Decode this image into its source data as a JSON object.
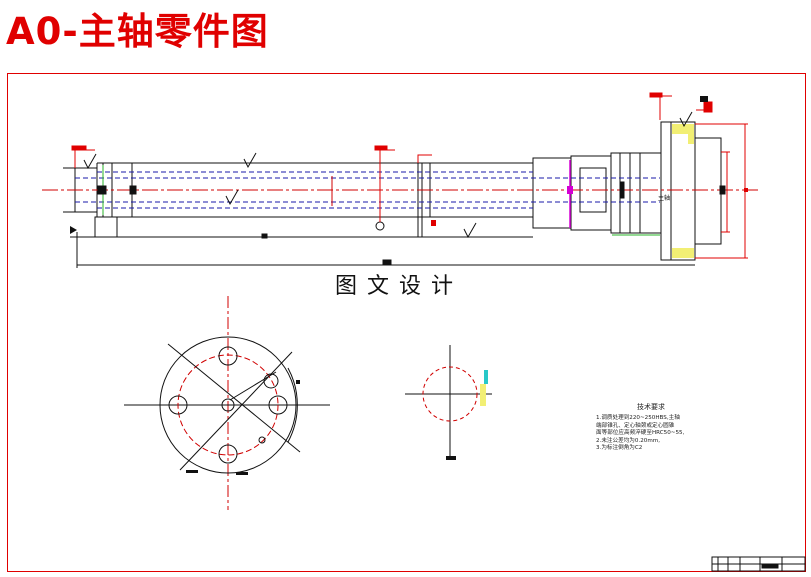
{
  "page": {
    "title": "A0-主轴零件图",
    "watermark": "图文设计"
  },
  "technical_requirements": {
    "heading": "技术要求",
    "lines": [
      "1.调质处理到220~250HBS,主轴",
      "端部锥孔、定心轴颈或定心圆锥",
      "面等部位应高频淬硬至HRC50~55,",
      "2.未注公差均为0.20mm,",
      "3.为标注倒角为C2"
    ]
  },
  "annotations": {
    "spindle_tag": "主轴"
  },
  "colors": {
    "title_red": "#e00000",
    "border_red": "#e00000",
    "dim_red": "#e00000",
    "centerline_red": "#d00000",
    "hidden_blue": "#1a1aa8",
    "outline_black": "#111111",
    "highlight_magenta": "#d400d4",
    "highlight_yellow": "#f2ef74",
    "highlight_cyan": "#27c8c8",
    "highlight_green": "#29b629"
  },
  "icons": {
    "roughness_symbol": "surface-roughness-icon",
    "datum_symbol": "datum-triangle-icon",
    "tolerance_box": "tolerance-frame-icon"
  }
}
